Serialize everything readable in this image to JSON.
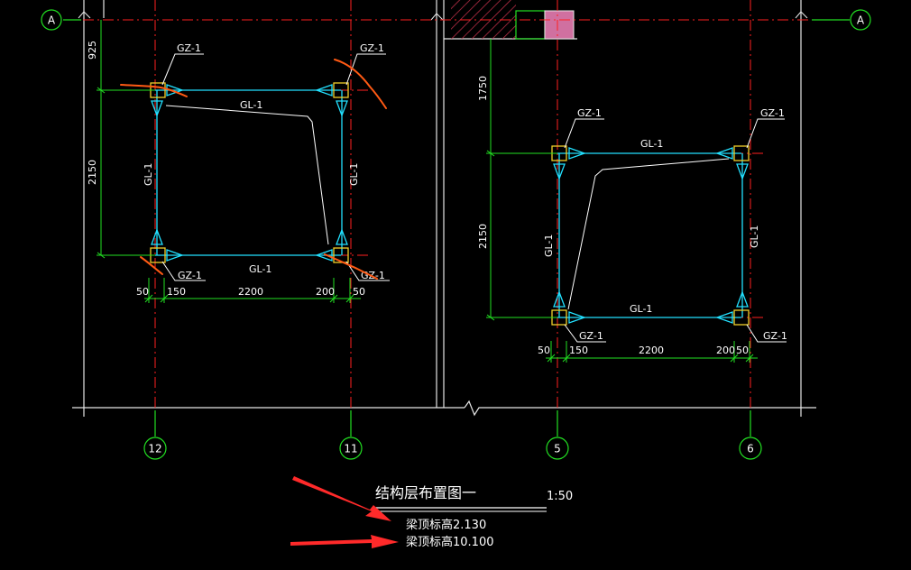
{
  "colors": {
    "background": "#000000",
    "axis_line": "#ff2020",
    "beam": "#22e0ff",
    "dimension": "#22e022",
    "column": "#f2d02a",
    "wall": "#e6e6e6",
    "markup": "#ff5a14",
    "arrow": "#ff2a2a",
    "hatch": "#c0304a",
    "fill_box": "#d070a0"
  },
  "row_axis": {
    "label": "A"
  },
  "left_plan": {
    "column_labels": [
      "GZ-1",
      "GZ-1",
      "GZ-1",
      "GZ-1"
    ],
    "beam_top": "GL-1",
    "beam_bottom": "GL-1",
    "beam_left": "GL-1",
    "beam_right": "GL-1",
    "dim_vertical": [
      "925",
      "2150"
    ],
    "dim_horizontal": [
      "50",
      "150",
      "2200",
      "200",
      "50"
    ],
    "axis_left": "12",
    "axis_right": "11"
  },
  "right_plan": {
    "column_labels": [
      "GZ-1",
      "GZ-1",
      "GZ-1",
      "GZ-1"
    ],
    "beam_top": "GL-1",
    "beam_bottom": "GL-1",
    "beam_left": "GL-1",
    "beam_right": "GL-1",
    "dim_vertical": [
      "1750",
      "2150"
    ],
    "dim_horizontal": [
      "50",
      "150",
      "2200",
      "200",
      "50"
    ],
    "axis_left": "5",
    "axis_right": "6"
  },
  "title_block": {
    "title": "结构层布置图一",
    "scale": "1:50",
    "notes": [
      "梁顶标高2.130",
      "梁顶标高10.100"
    ]
  }
}
